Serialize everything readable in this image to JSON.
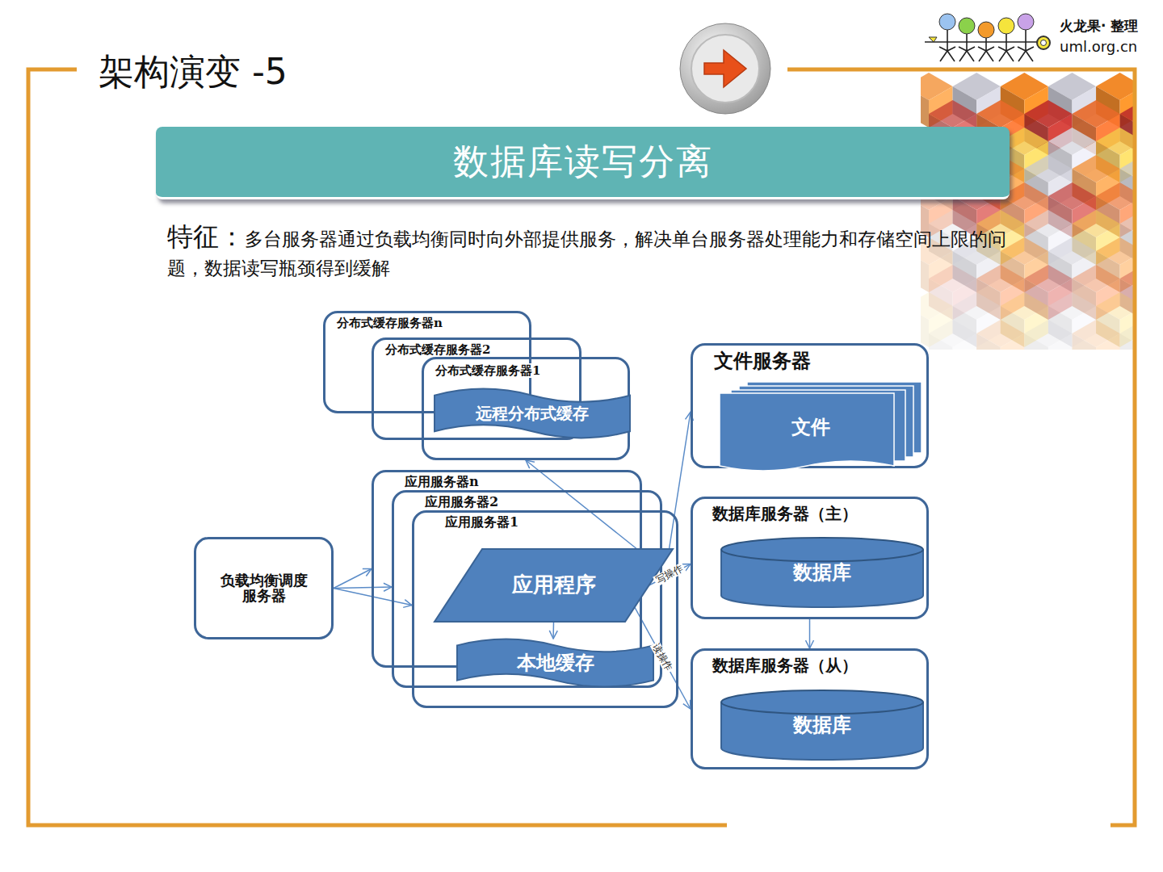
{
  "diagram": {
    "title": "架构演变 -5",
    "nodes": [
      {
        "text": [
          "数据库读写分离"
        ]
      },
      {
        "text": [
          "分布式缓存服务器n"
        ]
      },
      {
        "text": [
          "分布式缓存服务器2"
        ]
      },
      {
        "text": [
          "分布式缓存服务器1"
        ]
      },
      {
        "text": [
          "远程分布式缓存"
        ],
        "in": 3
      },
      {
        "text": [
          "文件服务器"
        ]
      },
      {
        "text": [
          "文件"
        ],
        "in": 5
      },
      {
        "text": [
          "应用服务器n"
        ]
      },
      {
        "text": [
          "应用服务器2"
        ]
      },
      {
        "text": [
          "应用服务器1"
        ]
      },
      {
        "text": [
          "应用程序"
        ],
        "in": 9
      },
      {
        "text": [
          "本地缓存"
        ],
        "in": 9
      },
      {
        "text": [
          "负载均衡调度服务器"
        ]
      },
      {
        "text": [
          "数据库服务器（主）"
        ]
      },
      {
        "text": [
          "数据库"
        ],
        "in": 13
      },
      {
        "text": [
          "数据库服务器（从）"
        ]
      },
      {
        "text": [
          "数据库"
        ],
        "in": 15
      }
    ],
    "edges": [
      {
        "from": 12,
        "to": 7,
        "arrow": "to"
      },
      {
        "from": 12,
        "to": 8,
        "arrow": "to"
      },
      {
        "from": 12,
        "to": 9,
        "arrow": "to"
      },
      {
        "from": 10,
        "to": 11,
        "arrow": "to"
      },
      {
        "from": 10,
        "to": 3,
        "arrow": "to"
      },
      {
        "from": 10,
        "to": 5,
        "arrow": "to"
      },
      {
        "from": 10,
        "to": 13,
        "label": "写操作",
        "arrow": "to"
      },
      {
        "from": 10,
        "to": 15,
        "label": "读操作",
        "arrow": "to"
      },
      {
        "from": 13,
        "to": 15,
        "arrow": "to"
      }
    ],
    "labels": [
      "特征：",
      "多台服务器通过负载均衡同时向外部提供服务，解决单台服务器处理能力和存储空间上限的问题，数据读写瓶颈得到缓解",
      "火龙果· 整理",
      "uml.org.cn"
    ]
  }
}
